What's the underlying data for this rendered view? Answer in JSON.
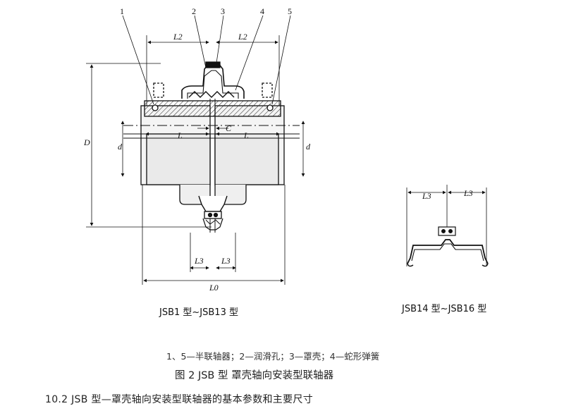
{
  "figure": {
    "part_numbers": [
      "1",
      "2",
      "3",
      "4",
      "5"
    ],
    "dimensions": {
      "L2": "L2",
      "L": "L",
      "C": "C",
      "D": "D",
      "d": "d",
      "L3": "L3",
      "L0": "L0"
    },
    "caption_left": "JSB1 型~JSB13 型",
    "caption_right": "JSB14 型~JSB16 型",
    "legend": "1、5—半联轴器；2—润滑孔；3—罩壳；4—蛇形弹簧",
    "title": "图 2    JSB 型    罩壳轴向安装型联轴器",
    "section_heading": "10.2  JSB 型—罩壳轴向安装型联轴器的基本参数和主要尺寸"
  }
}
